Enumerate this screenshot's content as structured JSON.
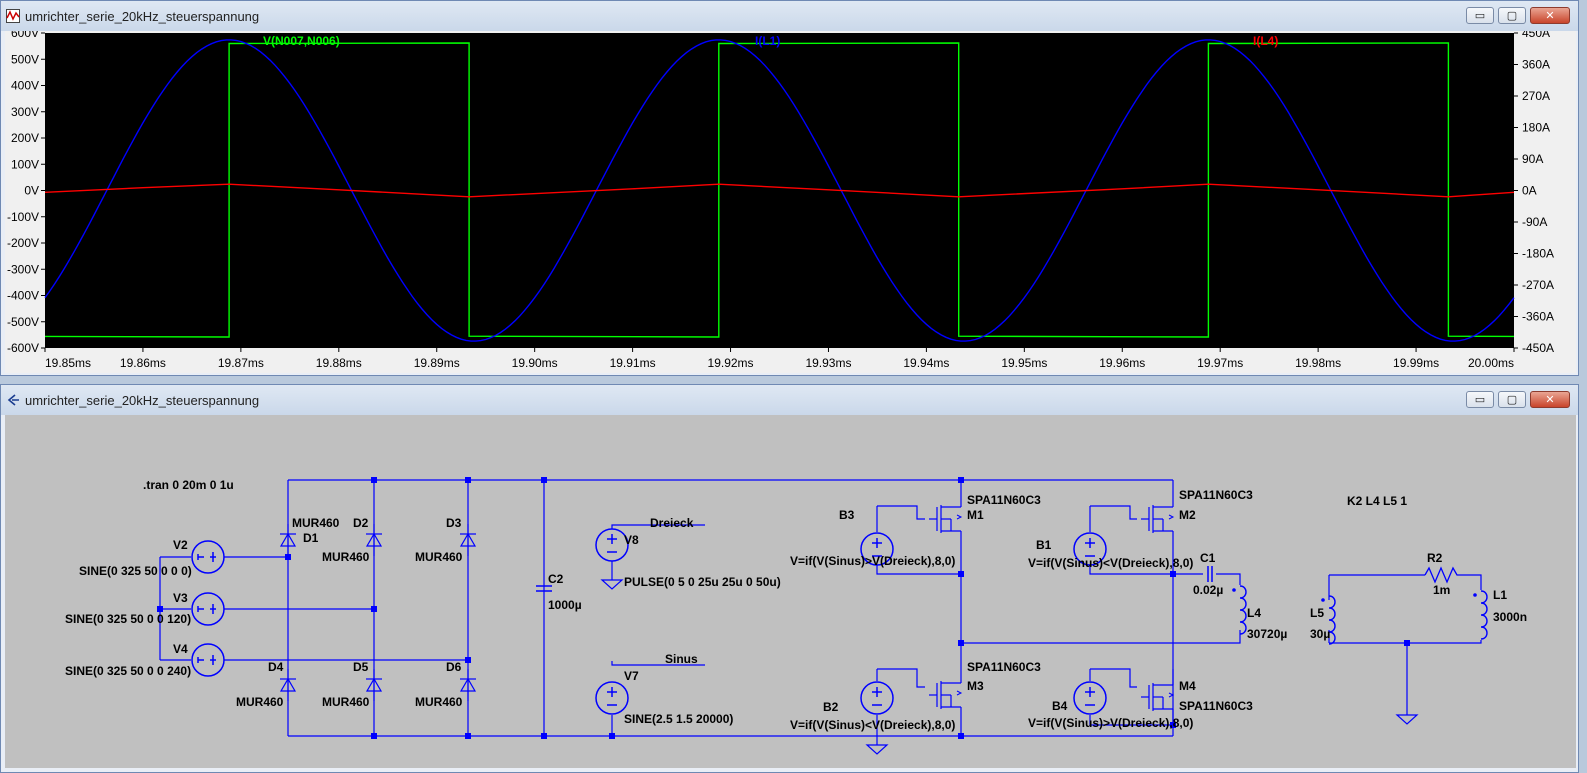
{
  "wave_window": {
    "title": "umrichter_serie_20kHz_steuerspannung",
    "controls": {
      "minimize": "▭",
      "restore": "▢",
      "close": "✕"
    }
  },
  "schematic_window": {
    "title": "umrichter_serie_20kHz_steuerspannung",
    "controls": {
      "minimize": "▭",
      "restore": "▢",
      "close": "✕"
    }
  },
  "chart_data": {
    "type": "line",
    "title": "",
    "xlabel": "",
    "ylabel": "",
    "xlim": [
      19.85,
      20.0
    ],
    "ylim": [
      -600,
      600
    ],
    "y2lim": [
      -450,
      450
    ],
    "x_ticks": [
      "19.85ms",
      "19.86ms",
      "19.87ms",
      "19.88ms",
      "19.89ms",
      "19.90ms",
      "19.91ms",
      "19.92ms",
      "19.93ms",
      "19.94ms",
      "19.95ms",
      "19.96ms",
      "19.97ms",
      "19.98ms",
      "19.99ms",
      "20.00ms"
    ],
    "y_ticks": [
      "600V",
      "500V",
      "400V",
      "300V",
      "200V",
      "100V",
      "0V",
      "-100V",
      "-200V",
      "-300V",
      "-400V",
      "-500V",
      "-600V"
    ],
    "y2_ticks": [
      "450A",
      "360A",
      "270A",
      "180A",
      "90A",
      "0A",
      "-90A",
      "-180A",
      "-270A",
      "-360A",
      "-450A"
    ],
    "grid": false,
    "background": "#000000",
    "series": [
      {
        "name": "V(N007,N006)",
        "color": "#00ff00",
        "axis": "left",
        "x": [
          19.85,
          19.8688,
          19.8688,
          19.8933,
          19.8933,
          19.9188,
          19.9188,
          19.9433,
          19.9433,
          19.9688,
          19.9688,
          19.9933,
          19.9933,
          20.0
        ],
        "y": [
          -556,
          -558,
          560,
          562,
          -555,
          -558,
          560,
          562,
          -555,
          -558,
          560,
          562,
          -555,
          -556
        ]
      },
      {
        "name": "I(L1)",
        "color": "#0000ff",
        "axis": "left",
        "x": [
          19.85,
          19.855,
          19.86,
          19.865,
          19.87,
          19.875,
          19.88,
          19.885,
          19.89,
          19.895,
          19.9,
          19.905,
          19.91,
          19.915,
          19.92,
          19.925,
          19.93,
          19.935,
          19.94,
          19.945,
          19.95,
          19.955,
          19.96,
          19.965,
          19.97,
          19.975,
          19.98,
          19.985,
          19.99,
          19.995,
          20.0
        ],
        "y": [
          -420,
          -70,
          290,
          510,
          574,
          455,
          225,
          -95,
          -375,
          -545,
          -540,
          -375,
          -95,
          225,
          455,
          574,
          510,
          290,
          -70,
          -395,
          -570,
          -510,
          -290,
          70,
          395,
          574,
          510,
          290,
          -70,
          -420,
          -420
        ]
      },
      {
        "name": "I(L4)",
        "color": "#ff0000",
        "axis": "right",
        "x": [
          19.85,
          19.86,
          19.8688,
          19.88,
          19.8933,
          19.91,
          19.9188,
          19.93,
          19.9433,
          19.96,
          19.9688,
          19.98,
          19.9933,
          20.0
        ],
        "y": [
          -5,
          8,
          18,
          2,
          -18,
          5,
          18,
          2,
          -18,
          5,
          18,
          2,
          -18,
          -5
        ]
      }
    ]
  },
  "schematic": {
    "directive_tran": ".tran 0 20m 0 1u",
    "directive_k": "K2 L4 L5 1",
    "sources": {
      "V2": {
        "name": "V2",
        "value": "SINE(0 325 50 0 0 0)"
      },
      "V3": {
        "name": "V3",
        "value": "SINE(0 325 50 0 0 120)"
      },
      "V4": {
        "name": "V4",
        "value": "SINE(0 325 50 0 0 240)"
      },
      "V8": {
        "name": "V8",
        "value": "PULSE(0 5 0 25u 25u 0 50u)",
        "net": "Dreieck"
      },
      "V7": {
        "name": "V7",
        "value": "SINE(2.5 1.5 20000)",
        "net": "Sinus"
      }
    },
    "diodes": {
      "D1": {
        "name": "D1",
        "model": "MUR460"
      },
      "D2": {
        "name": "D2",
        "model": "MUR460"
      },
      "D3": {
        "name": "D3",
        "model": "MUR460"
      },
      "D4": {
        "name": "D4",
        "model": "MUR460"
      },
      "D5": {
        "name": "D5",
        "model": "MUR460"
      },
      "D6": {
        "name": "D6",
        "model": "MUR460"
      }
    },
    "capacitors": {
      "C2": {
        "name": "C2",
        "value": "1000µ"
      },
      "C1": {
        "name": "C1",
        "value": "0.02µ"
      }
    },
    "mosfets": {
      "M1": {
        "name": "M1",
        "model": "SPA11N60C3"
      },
      "M2": {
        "name": "M2",
        "model": "SPA11N60C3"
      },
      "M3": {
        "name": "M3",
        "model": "SPA11N60C3"
      },
      "M4": {
        "name": "M4",
        "model": "SPA11N60C3"
      }
    },
    "bsources": {
      "B3": {
        "name": "B3",
        "value": "V=if(V(Sinus)>V(Dreieck),8,0)"
      },
      "B1": {
        "name": "B1",
        "value": "V=if(V(Sinus)<V(Dreieck),8,0)"
      },
      "B2": {
        "name": "B2",
        "value": "V=if(V(Sinus)<V(Dreieck),8,0)"
      },
      "B4": {
        "name": "B4",
        "value": "V=if(V(Sinus)>V(Dreieck),8,0)"
      }
    },
    "inductors": {
      "L4": {
        "name": "L4",
        "value": "30720µ"
      },
      "L5": {
        "name": "L5",
        "value": "30µ"
      },
      "L1": {
        "name": "L1",
        "value": "3000n"
      }
    },
    "resistors": {
      "R2": {
        "name": "R2",
        "value": "1m"
      }
    }
  }
}
